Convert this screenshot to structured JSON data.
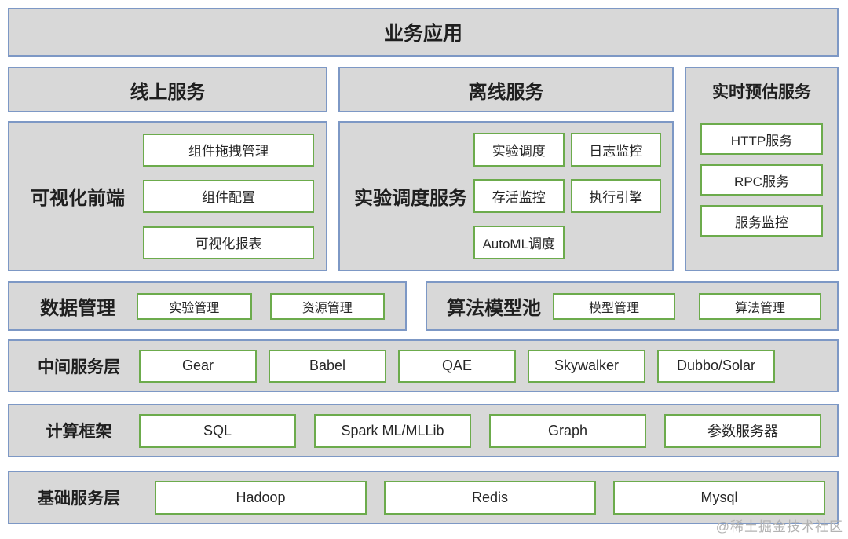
{
  "colors": {
    "container_fill": "#d8d8d8",
    "container_border": "#7d98c5",
    "module_border": "#6cab4c",
    "module_fill": "#ffffff",
    "text": "#1f1f1f",
    "watermark": "#b3b3b3"
  },
  "banner": {
    "title": "业务应用"
  },
  "columns": {
    "online": {
      "header": "线上服务",
      "section_label": "可视化前端",
      "items": [
        "组件拖拽管理",
        "组件配置",
        "可视化报表"
      ]
    },
    "offline": {
      "header": "离线服务",
      "section_label": "实验调度服务",
      "items": [
        "实验调度",
        "日志监控",
        "存活监控",
        "执行引擎",
        "AutoML调度"
      ]
    },
    "realtime": {
      "header": "实时预估服务",
      "items": [
        "HTTP服务",
        "RPC服务",
        "服务监控"
      ]
    }
  },
  "management_row": [
    {
      "label": "数据管理",
      "items": [
        "实验管理",
        "资源管理"
      ]
    },
    {
      "label": "算法模型池",
      "items": [
        "模型管理",
        "算法管理"
      ]
    }
  ],
  "layers": [
    {
      "label": "中间服务层",
      "items": [
        "Gear",
        "Babel",
        "QAE",
        "Skywalker",
        "Dubbo/Solar"
      ]
    },
    {
      "label": "计算框架",
      "items": [
        "SQL",
        "Spark ML/MLLib",
        "Graph",
        "参数服务器"
      ]
    },
    {
      "label": "基础服务层",
      "items": [
        "Hadoop",
        "Redis",
        "Mysql"
      ]
    }
  ],
  "watermark": "@稀土掘金技术社区"
}
